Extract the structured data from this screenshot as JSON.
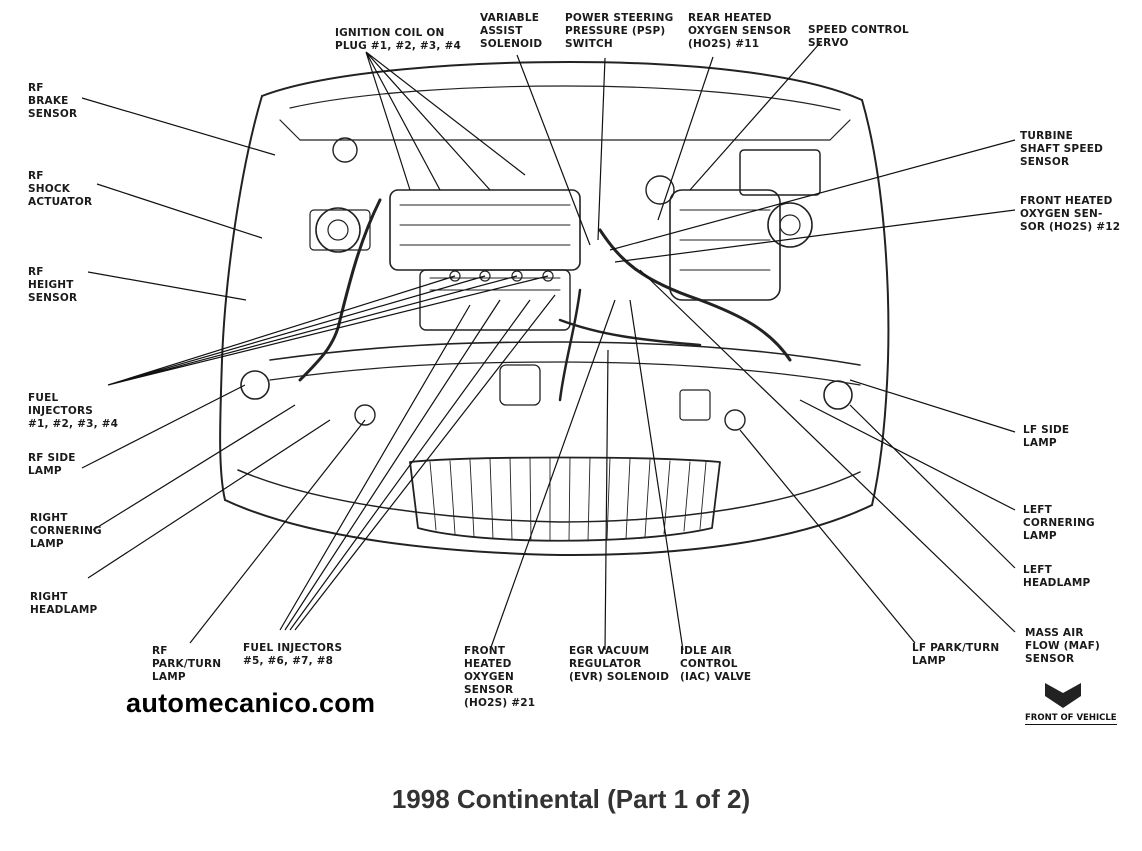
{
  "caption": "1998 Continental (Part 1 of 2)",
  "website": "automecanico.com",
  "front_of_vehicle": "FRONT OF VEHICLE",
  "labels": [
    {
      "id": "ignition-coil",
      "lines": [
        "IGNITION COIL ON",
        "PLUG #1, #2, #3, #4"
      ]
    },
    {
      "id": "variable-assist-solenoid",
      "lines": [
        "VARIABLE",
        "ASSIST",
        "SOLENOID"
      ]
    },
    {
      "id": "psp-switch",
      "lines": [
        "POWER STEERING",
        "PRESSURE (PSP)",
        "SWITCH"
      ]
    },
    {
      "id": "rear-ho2s",
      "lines": [
        "REAR HEATED",
        "OXYGEN SENSOR",
        "(HO2S) #11"
      ]
    },
    {
      "id": "speed-control-servo",
      "lines": [
        "SPEED CONTROL",
        "SERVO"
      ]
    },
    {
      "id": "rf-brake-sensor",
      "lines": [
        "RF",
        "BRAKE",
        "SENSOR"
      ]
    },
    {
      "id": "rf-shock-actuator",
      "lines": [
        "RF",
        "SHOCK",
        "ACTUATOR"
      ]
    },
    {
      "id": "rf-height-sensor",
      "lines": [
        "RF",
        "HEIGHT",
        "SENSOR"
      ]
    },
    {
      "id": "fuel-injectors-1-4",
      "lines": [
        "FUEL",
        "INJECTORS",
        "#1, #2, #3, #4"
      ]
    },
    {
      "id": "rf-side-lamp",
      "lines": [
        "RF SIDE",
        "LAMP"
      ]
    },
    {
      "id": "right-cornering-lamp",
      "lines": [
        "RIGHT",
        "CORNERING",
        "LAMP"
      ]
    },
    {
      "id": "right-headlamp",
      "lines": [
        "RIGHT",
        "HEADLAMP"
      ]
    },
    {
      "id": "rf-park-turn-lamp",
      "lines": [
        "RF",
        "PARK/TURN",
        "LAMP"
      ]
    },
    {
      "id": "fuel-injectors-5-8",
      "lines": [
        "FUEL INJECTORS",
        "#5, #6, #7, #8"
      ]
    },
    {
      "id": "front-ho2s-21",
      "lines": [
        "FRONT",
        "HEATED",
        "OXYGEN",
        "SENSOR",
        "(HO2S) #21"
      ]
    },
    {
      "id": "egr-vacuum-regulator",
      "lines": [
        "EGR VACUUM",
        "REGULATOR",
        "(EVR) SOLENOID"
      ]
    },
    {
      "id": "idle-air-control",
      "lines": [
        "IDLE AIR",
        "CONTROL",
        "(IAC) VALVE"
      ]
    },
    {
      "id": "lf-park-turn-lamp",
      "lines": [
        "LF PARK/TURN",
        "LAMP"
      ]
    },
    {
      "id": "maf-sensor",
      "lines": [
        "MASS AIR",
        "FLOW (MAF)",
        "SENSOR"
      ]
    },
    {
      "id": "turbine-shaft-speed-sensor",
      "lines": [
        "TURBINE",
        "SHAFT SPEED",
        "SENSOR"
      ]
    },
    {
      "id": "front-ho2s-12",
      "lines": [
        "FRONT HEATED",
        "OXYGEN SEN-",
        "SOR (HO2S) #12"
      ]
    },
    {
      "id": "lf-side-lamp",
      "lines": [
        "LF SIDE",
        "LAMP"
      ]
    },
    {
      "id": "left-cornering-lamp",
      "lines": [
        "LEFT",
        "CORNERING",
        "LAMP"
      ]
    },
    {
      "id": "left-headlamp",
      "lines": [
        "LEFT",
        "HEADLAMP"
      ]
    }
  ]
}
